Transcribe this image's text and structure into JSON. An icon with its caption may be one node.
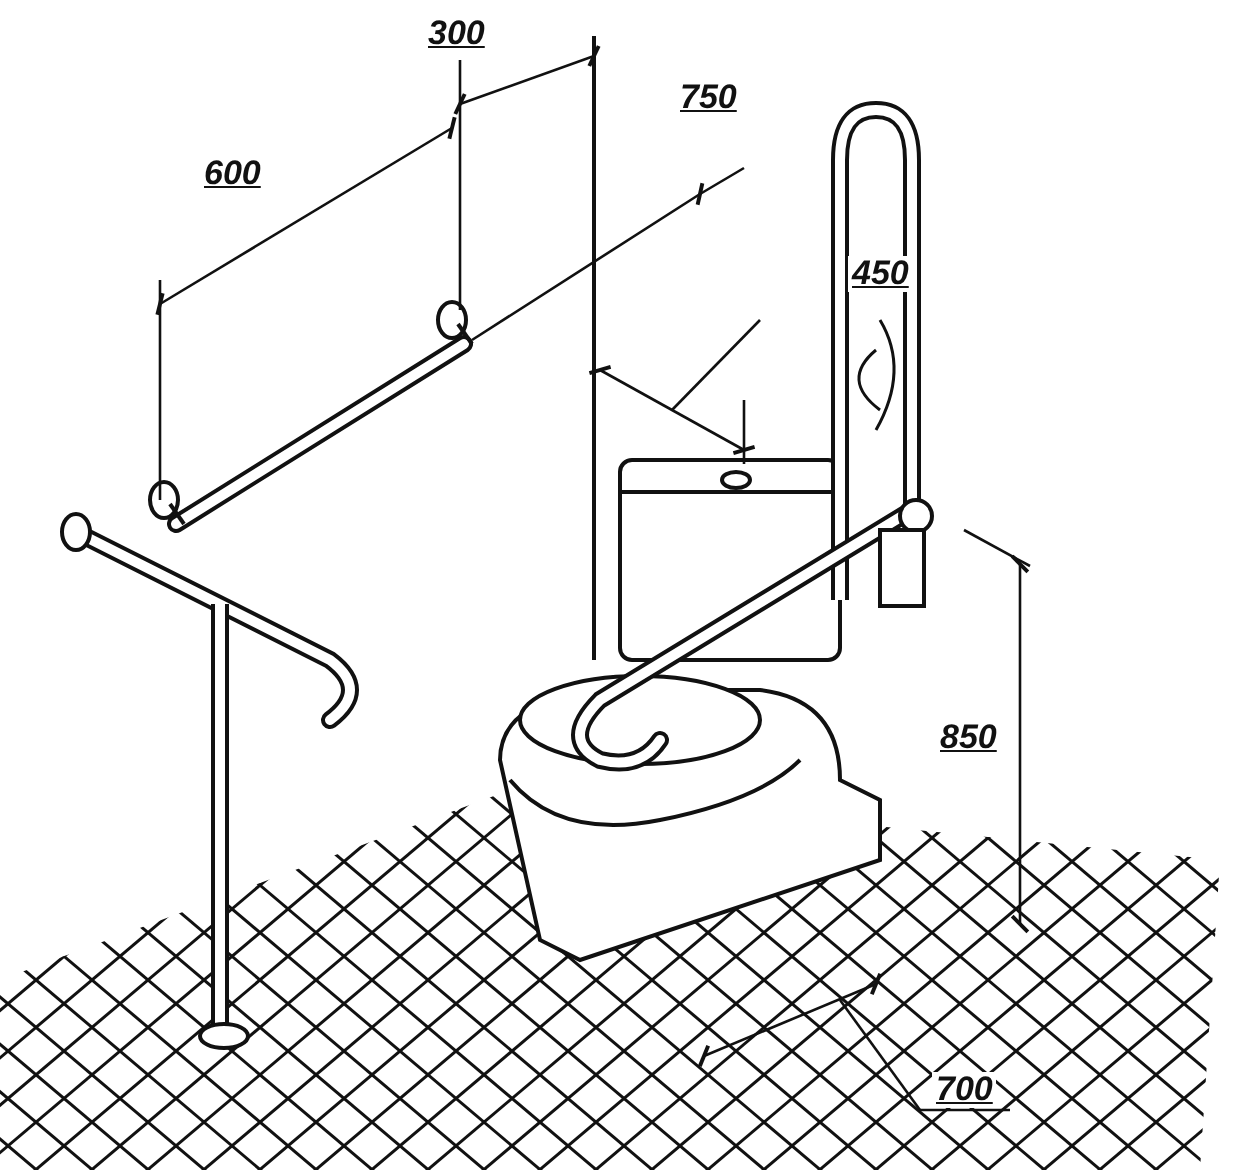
{
  "diagram": {
    "labels": [
      "300",
      "750",
      "600",
      "450",
      "850",
      "700"
    ]
  }
}
